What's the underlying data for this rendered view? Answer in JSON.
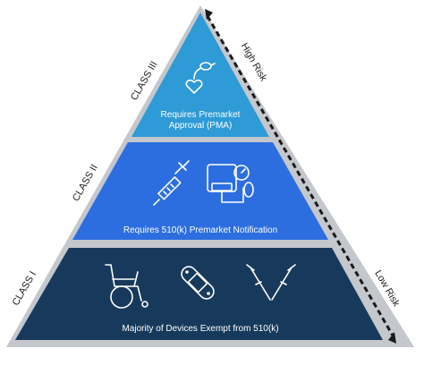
{
  "tiers": [
    {
      "class_label": "CLASS III",
      "description_lines": [
        "Requires Premarket",
        "Approval (PMA)"
      ],
      "color": "#2e9ad6",
      "icons": [
        "heart-pump-icon"
      ]
    },
    {
      "class_label": "CLASS II",
      "description_lines": [
        "Requires 510(k) Premarket Notification"
      ],
      "color": "#2c6ee0",
      "icons": [
        "syringe-icon",
        "blood-pressure-monitor-icon"
      ]
    },
    {
      "class_label": "CLASS I",
      "description_lines": [
        "Majority of Devices Exempt from 510(k)"
      ],
      "color": "#173a5c",
      "icons": [
        "wheelchair-icon",
        "bandage-icon",
        "crutches-icon"
      ]
    }
  ],
  "risk_axis": {
    "high_label": "High Risk",
    "low_label": "Low Risk",
    "color": "#1a1a1a"
  }
}
